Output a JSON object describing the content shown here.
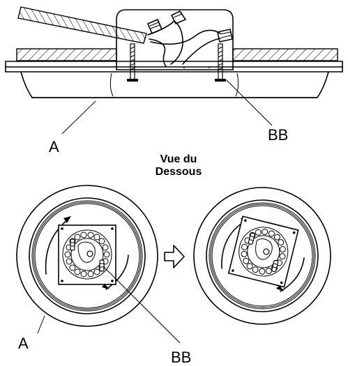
{
  "side_view": {
    "callout_fixture": "A",
    "callout_screw": "BB"
  },
  "bottom_view": {
    "title_line1": "Vue du",
    "title_line2": "Dessous",
    "callout_fixture": "A",
    "callout_screw": "BB"
  }
}
